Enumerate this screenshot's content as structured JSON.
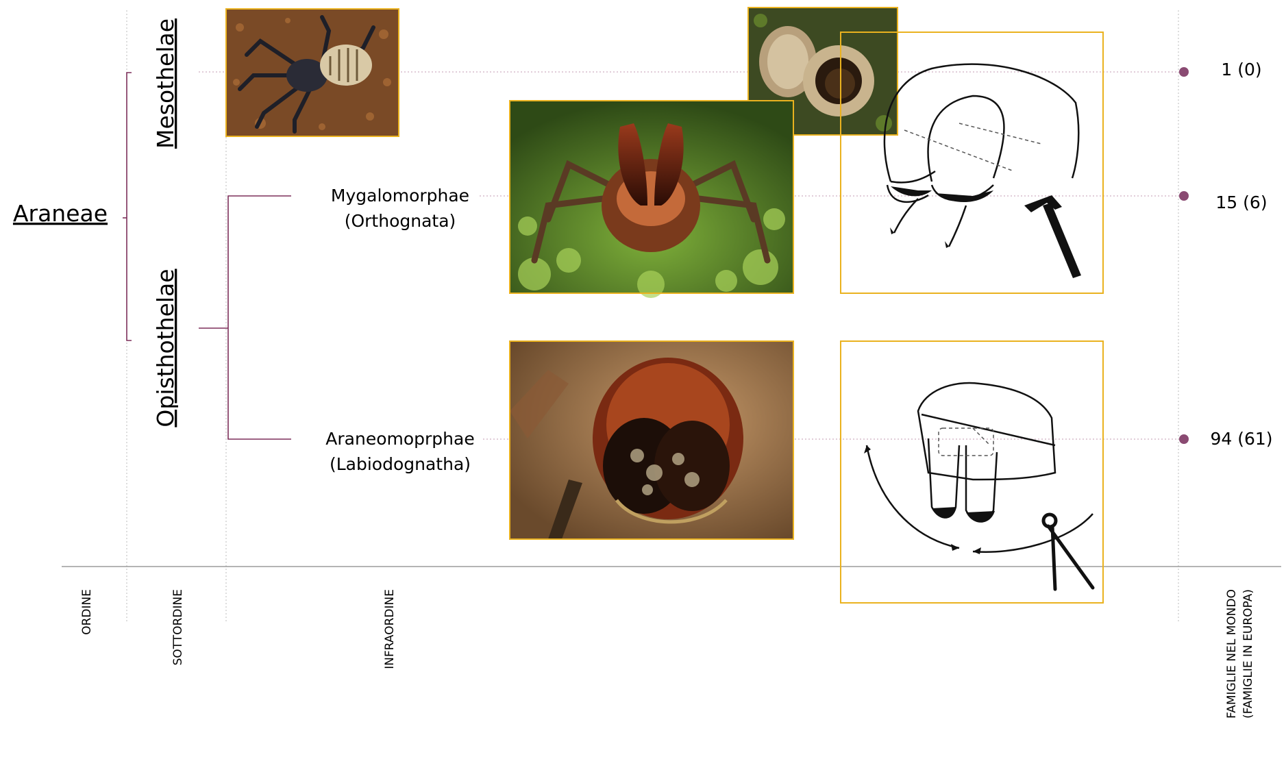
{
  "tree": {
    "order": "Araneae",
    "suborders": [
      "Mesothelae",
      "Opisthothelae"
    ],
    "infraorders": [
      {
        "name": "Mygalomorphae",
        "alt": "(Orthognata)"
      },
      {
        "name": "Araneomoprphae",
        "alt": "(Labiodognatha)"
      }
    ]
  },
  "family_counts": [
    "1 (0)",
    "15 (6)",
    "94 (61)"
  ],
  "columns": {
    "ordine": "ORDINE",
    "sottordine": "SOTTORDINE",
    "infraordine": "INFRAORDINE",
    "famiglie_1": "FAMIGLIE NEL MONDO",
    "famiglie_2": "(FAMIGLIE IN EUROPA)"
  },
  "colors": {
    "branch": "#7d2f5a",
    "dot": "#8a4a72",
    "frame": "#eab21f",
    "guide": "#bbbbbb",
    "baseline": "#888888"
  }
}
